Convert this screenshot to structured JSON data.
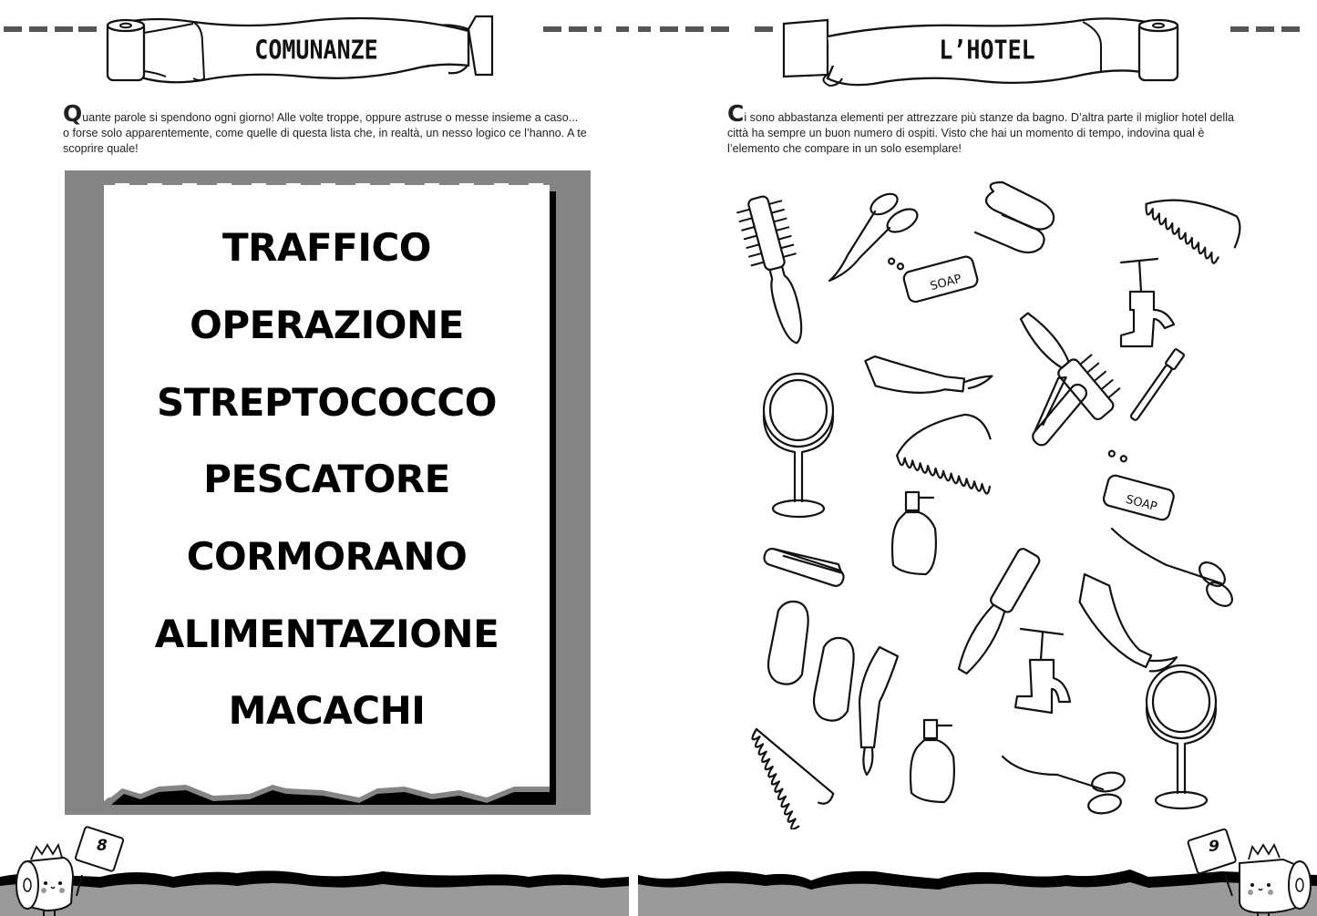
{
  "spread": {
    "left_page": {
      "header": {
        "title": "COMUNANZE",
        "banner_icon": "toilet-roll-banner-icon"
      },
      "intro": {
        "dropcap": "Q",
        "text": "uante parole si spendono ogni giorno! Alle volte troppe, oppure astruse o messe insieme a caso... o forse solo apparentemente, come quelle di questa lista che, in realtà, un nesso logico ce l’hanno. A te scoprire quale!"
      },
      "word_list": {
        "words": [
          "TRAFFICO",
          "OPERAZIONE",
          "STREPTOCOCCO",
          "PESCATORE",
          "CORMORANO",
          "ALIMENTAZIONE",
          "MACACHI"
        ]
      },
      "footer": {
        "page_number": "8",
        "mascot_icon": "toilet-paper-mascot-icon"
      }
    },
    "right_page": {
      "header": {
        "title": "L’HOTEL",
        "banner_icon": "toilet-roll-banner-icon"
      },
      "intro": {
        "dropcap": "C",
        "text": "i sono abbastanza elementi per attrezzare più stanze da bagno. D’altra parte il miglior hotel della città ha sempre un buon numero di ospiti. Visto che hai un momento di tempo, indovina qual è l’elemento che compare in un solo esemplare!"
      },
      "illustrations": {
        "items": [
          {
            "name": "hairbrush",
            "count_hint": 3
          },
          {
            "name": "scissors",
            "count_hint": 3
          },
          {
            "name": "slippers",
            "count_hint": 2
          },
          {
            "name": "comb",
            "count_hint": 3
          },
          {
            "name": "soap-bar",
            "label": "SOAP",
            "count_hint": 2
          },
          {
            "name": "faucet",
            "count_hint": 2
          },
          {
            "name": "toothpaste-tube",
            "count_hint": 3
          },
          {
            "name": "mirror",
            "count_hint": 2
          },
          {
            "name": "toothbrush",
            "count_hint": 1
          },
          {
            "name": "nail-clipper",
            "count_hint": 2
          },
          {
            "name": "soap-dispenser",
            "count_hint": 2
          }
        ]
      },
      "footer": {
        "page_number": "9",
        "mascot_icon": "toilet-paper-mascot-icon"
      }
    }
  },
  "colors": {
    "card_frame": "#848484",
    "ground_gray": "#9a9a9a",
    "ink": "#000000",
    "dash": "#555555",
    "paper": "#ffffff"
  }
}
